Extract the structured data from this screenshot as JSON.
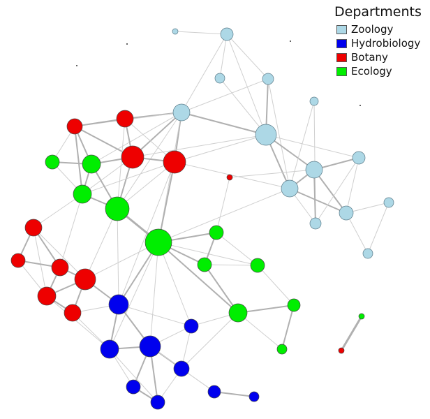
{
  "legend": {
    "title": "Departments",
    "items": [
      {
        "label": "Zoology",
        "color": "#add8e6"
      },
      {
        "label": "Hydrobiology",
        "color": "#0000ee"
      },
      {
        "label": "Botany",
        "color": "#ee0000"
      },
      {
        "label": "Ecology",
        "color": "#00ee00"
      }
    ]
  },
  "nodes": [
    {
      "id": "z1",
      "dept": 0,
      "size": 4
    },
    {
      "id": "z2",
      "dept": 0,
      "size": 9
    },
    {
      "id": "z3",
      "dept": 0,
      "size": 7
    },
    {
      "id": "z4",
      "dept": 0,
      "size": 8
    },
    {
      "id": "z5",
      "dept": 0,
      "size": 6
    },
    {
      "id": "z6",
      "dept": 0,
      "size": 12
    },
    {
      "id": "z7",
      "dept": 0,
      "size": 15
    },
    {
      "id": "z8",
      "dept": 0,
      "size": 9
    },
    {
      "id": "z9",
      "dept": 0,
      "size": 12
    },
    {
      "id": "z10",
      "dept": 0,
      "size": 12
    },
    {
      "id": "z11",
      "dept": 0,
      "size": 7
    },
    {
      "id": "z12",
      "dept": 0,
      "size": 10
    },
    {
      "id": "z13",
      "dept": 0,
      "size": 8
    },
    {
      "id": "z14",
      "dept": 0,
      "size": 7
    },
    {
      "id": "b1",
      "dept": 2,
      "size": 11
    },
    {
      "id": "b2",
      "dept": 2,
      "size": 12
    },
    {
      "id": "b3",
      "dept": 2,
      "size": 16
    },
    {
      "id": "b4",
      "dept": 2,
      "size": 16
    },
    {
      "id": "b5",
      "dept": 2,
      "size": 4
    },
    {
      "id": "b6",
      "dept": 2,
      "size": 12
    },
    {
      "id": "b7",
      "dept": 2,
      "size": 10
    },
    {
      "id": "b8",
      "dept": 2,
      "size": 12
    },
    {
      "id": "b9",
      "dept": 2,
      "size": 15
    },
    {
      "id": "b10",
      "dept": 2,
      "size": 13
    },
    {
      "id": "b11",
      "dept": 2,
      "size": 12
    },
    {
      "id": "b12",
      "dept": 2,
      "size": 4
    },
    {
      "id": "e1",
      "dept": 3,
      "size": 10
    },
    {
      "id": "e2",
      "dept": 3,
      "size": 13
    },
    {
      "id": "e3",
      "dept": 3,
      "size": 13
    },
    {
      "id": "e4",
      "dept": 3,
      "size": 17
    },
    {
      "id": "e5",
      "dept": 3,
      "size": 19
    },
    {
      "id": "e6",
      "dept": 3,
      "size": 10
    },
    {
      "id": "e7",
      "dept": 3,
      "size": 10
    },
    {
      "id": "e8",
      "dept": 3,
      "size": 10
    },
    {
      "id": "e9",
      "dept": 3,
      "size": 13
    },
    {
      "id": "e10",
      "dept": 3,
      "size": 9
    },
    {
      "id": "e11",
      "dept": 3,
      "size": 7
    },
    {
      "id": "e12",
      "dept": 3,
      "size": 4
    },
    {
      "id": "h1",
      "dept": 1,
      "size": 14
    },
    {
      "id": "h2",
      "dept": 1,
      "size": 10
    },
    {
      "id": "h3",
      "dept": 1,
      "size": 13
    },
    {
      "id": "h4",
      "dept": 1,
      "size": 15
    },
    {
      "id": "h5",
      "dept": 1,
      "size": 11
    },
    {
      "id": "h6",
      "dept": 1,
      "size": 10
    },
    {
      "id": "h7",
      "dept": 1,
      "size": 10
    },
    {
      "id": "h8",
      "dept": 1,
      "size": 9
    },
    {
      "id": "h9",
      "dept": 1,
      "size": 7
    },
    {
      "id": "x1",
      "dept": -1,
      "size": 1
    },
    {
      "id": "x2",
      "dept": -1,
      "size": 1
    },
    {
      "id": "x3",
      "dept": -1,
      "size": 1
    },
    {
      "id": "x4",
      "dept": -1,
      "size": 1
    }
  ],
  "edges": [
    [
      "z1",
      "z2",
      1
    ],
    [
      "z2",
      "z3",
      1
    ],
    [
      "z2",
      "z4",
      1
    ],
    [
      "z2",
      "z7",
      1
    ],
    [
      "z2",
      "z6",
      1
    ],
    [
      "z4",
      "z7",
      2
    ],
    [
      "z3",
      "z7",
      1
    ],
    [
      "z4",
      "z10",
      1
    ],
    [
      "z6",
      "z7",
      2
    ],
    [
      "z6",
      "b2",
      2
    ],
    [
      "z6",
      "b3",
      2
    ],
    [
      "z6",
      "b4",
      2
    ],
    [
      "z6",
      "b1",
      1
    ],
    [
      "z6",
      "e2",
      1
    ],
    [
      "z6",
      "e5",
      1
    ],
    [
      "z6",
      "e4",
      1
    ],
    [
      "z7",
      "z9",
      2
    ],
    [
      "z7",
      "z10",
      2
    ],
    [
      "z7",
      "b4",
      1
    ],
    [
      "z7",
      "z8",
      1
    ],
    [
      "z5",
      "z13",
      1
    ],
    [
      "z5",
      "z10",
      1
    ],
    [
      "z9",
      "z8",
      2
    ],
    [
      "z9",
      "z10",
      2
    ],
    [
      "z9",
      "z12",
      2
    ],
    [
      "z9",
      "z13",
      2
    ],
    [
      "z10",
      "z12",
      2
    ],
    [
      "z10",
      "z13",
      1
    ],
    [
      "z8",
      "z12",
      1
    ],
    [
      "z12",
      "z11",
      1
    ],
    [
      "z11",
      "z14",
      1
    ],
    [
      "z12",
      "z14",
      1
    ],
    [
      "z8",
      "z13",
      1
    ],
    [
      "z10",
      "b4",
      1
    ],
    [
      "z10",
      "e5",
      1
    ],
    [
      "z9",
      "b5",
      1
    ],
    [
      "z6",
      "z4",
      1
    ],
    [
      "z7",
      "b3",
      1
    ],
    [
      "b1",
      "b2",
      2
    ],
    [
      "b1",
      "b3",
      2
    ],
    [
      "b1",
      "e2",
      2
    ],
    [
      "b1",
      "e3",
      2
    ],
    [
      "b1",
      "e1",
      1
    ],
    [
      "b2",
      "b3",
      2
    ],
    [
      "b2",
      "b4",
      1
    ],
    [
      "b3",
      "b4",
      2
    ],
    [
      "b3",
      "e2",
      2
    ],
    [
      "b3",
      "e4",
      2
    ],
    [
      "b3",
      "e3",
      1
    ],
    [
      "b4",
      "e5",
      2
    ],
    [
      "b4",
      "e4",
      1
    ],
    [
      "b4",
      "e3",
      1
    ],
    [
      "b4",
      "h1",
      1
    ],
    [
      "b2",
      "e4",
      1
    ],
    [
      "e1",
      "e2",
      2
    ],
    [
      "e1",
      "e3",
      1
    ],
    [
      "e2",
      "e3",
      2
    ],
    [
      "e2",
      "e4",
      2
    ],
    [
      "e3",
      "e4",
      2
    ],
    [
      "e4",
      "e5",
      3
    ],
    [
      "e3",
      "b6",
      1
    ],
    [
      "e3",
      "b8",
      1
    ],
    [
      "e4",
      "b9",
      1
    ],
    [
      "e4",
      "h1",
      1
    ],
    [
      "e5",
      "e6",
      2
    ],
    [
      "e5",
      "e7",
      2
    ],
    [
      "e5",
      "e9",
      2
    ],
    [
      "e5",
      "h1",
      2
    ],
    [
      "e5",
      "h2",
      1
    ],
    [
      "e5",
      "h4",
      1
    ],
    [
      "e5",
      "h3",
      1
    ],
    [
      "e5",
      "e8",
      1
    ],
    [
      "e5",
      "b9",
      1
    ],
    [
      "e6",
      "e7",
      2
    ],
    [
      "e6",
      "e8",
      1
    ],
    [
      "e7",
      "e8",
      1
    ],
    [
      "e7",
      "e9",
      2
    ],
    [
      "e8",
      "e10",
      1
    ],
    [
      "e9",
      "e10",
      2
    ],
    [
      "e9",
      "h2",
      1
    ],
    [
      "e9",
      "h5",
      1
    ],
    [
      "e10",
      "e11",
      2
    ],
    [
      "e9",
      "e11",
      1
    ],
    [
      "e6",
      "b5",
      1
    ],
    [
      "e12",
      "b12",
      3
    ],
    [
      "b6",
      "b7",
      2
    ],
    [
      "b6",
      "b8",
      2
    ],
    [
      "b6",
      "b10",
      1
    ],
    [
      "b6",
      "b9",
      1
    ],
    [
      "b7",
      "b8",
      2
    ],
    [
      "b7",
      "b10",
      1
    ],
    [
      "b8",
      "b9",
      2
    ],
    [
      "b8",
      "b10",
      2
    ],
    [
      "b9",
      "b10",
      2
    ],
    [
      "b9",
      "b11",
      2
    ],
    [
      "b10",
      "b11",
      2
    ],
    [
      "b9",
      "h1",
      2
    ],
    [
      "b11",
      "h3",
      1
    ],
    [
      "b11",
      "h1",
      1
    ],
    [
      "b10",
      "h3",
      1
    ],
    [
      "h1",
      "h3",
      2
    ],
    [
      "h1",
      "h4",
      2
    ],
    [
      "h1",
      "h2",
      1
    ],
    [
      "h3",
      "h4",
      2
    ],
    [
      "h3",
      "h6",
      1
    ],
    [
      "h4",
      "h5",
      2
    ],
    [
      "h4",
      "h6",
      2
    ],
    [
      "h4",
      "h7",
      2
    ],
    [
      "h2",
      "h5",
      1
    ],
    [
      "h5",
      "h8",
      1
    ],
    [
      "h5",
      "h7",
      1
    ],
    [
      "h6",
      "h7",
      2
    ],
    [
      "h8",
      "h9",
      2
    ],
    [
      "h4",
      "h8",
      1
    ],
    [
      "h3",
      "h7",
      1
    ],
    [
      "h2",
      "h4",
      1
    ]
  ]
}
